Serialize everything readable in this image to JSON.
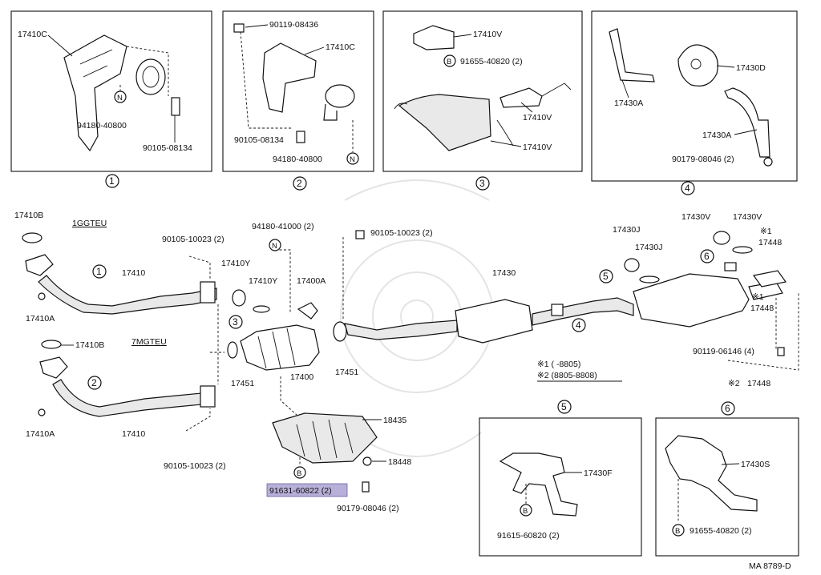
{
  "panels": [
    {
      "number": "1",
      "labels": [
        "17410C",
        "94180-40800",
        "90105-08134"
      ]
    },
    {
      "number": "2",
      "labels": [
        "90119-08436",
        "17410C",
        "90105-08134",
        "94180-40800"
      ]
    },
    {
      "number": "3",
      "labels": [
        "17410V",
        "91655-40820 (2)",
        "17410V",
        "17410V"
      ]
    },
    {
      "number": "4",
      "labels": [
        "17430D",
        "17430A",
        "17430A",
        "90179-08046 (2)"
      ]
    },
    {
      "number": "5",
      "labels": [
        "17430F",
        "91615-60820 (2)"
      ]
    },
    {
      "number": "6",
      "labels": [
        "17430S",
        "91655-40820 (2)"
      ]
    }
  ],
  "main_labels": {
    "l_17410b_top": "17410B",
    "l_1ggteu": "1GGTEU",
    "l_90105_10023_a": "90105-10023 (2)",
    "l_17410_a": "17410",
    "l_17410a_a": "17410A",
    "l_17410b_mid": "17410B",
    "l_7mgteu": "7MGTEU",
    "l_17410_b": "17410",
    "l_17410a_b": "17410A",
    "l_90105_10023_b": "90105-10023 (2)",
    "l_94180_41000": "94180-41000 (2)",
    "l_90105_10023_c": "90105-10023 (2)",
    "l_17410y_a": "17410Y",
    "l_17410y_b": "17410Y",
    "l_17400a": "17400A",
    "l_17451_a": "17451",
    "l_17400": "17400",
    "l_17451_b": "17451",
    "l_18435": "18435",
    "l_18448": "18448",
    "l_91631": "91631-60822 (2)",
    "l_90179_08046": "90179-08046 (2)",
    "l_17430": "17430",
    "l_17430j_a": "17430J",
    "l_17430j_b": "17430J",
    "l_17430v_a": "17430V",
    "l_17430v_b": "17430V",
    "l_17448_a": "17448",
    "l_17448_b": "17448",
    "l_90119_06146": "90119-06146 (4)",
    "l_17448_c": "17448",
    "legend_1": "※1 (      -8805)",
    "legend_2": "※2 (8805-8808)",
    "mark_1": "※1",
    "mark_1b": "※1",
    "mark_2": "※2",
    "ref_code": "MA 8789-D"
  },
  "circle_letters": {
    "n": "N",
    "b": "B"
  },
  "callout_numbers": [
    "1",
    "2",
    "3",
    "4",
    "5",
    "6"
  ]
}
